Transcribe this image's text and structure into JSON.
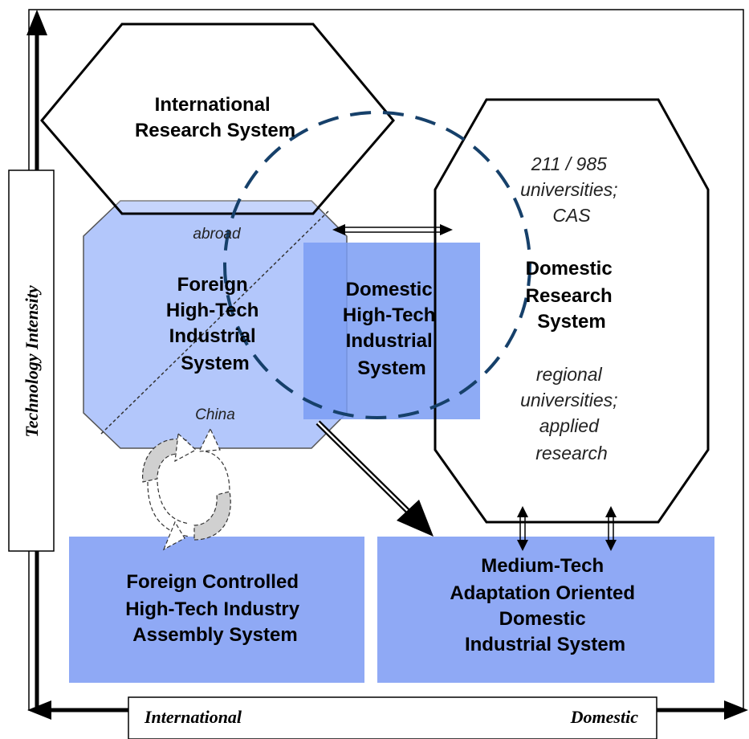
{
  "axes": {
    "y_label": "Technology Intensity",
    "x_left_label": "International",
    "x_right_label": "Domestic"
  },
  "nodes": {
    "international_research": [
      "International",
      "Research System"
    ],
    "foreign_hightech": [
      "Foreign",
      "High-Tech",
      "Industrial",
      "System"
    ],
    "domestic_hightech": [
      "Domestic",
      "High-Tech",
      "Industrial",
      "System"
    ],
    "domestic_research": [
      "Domestic",
      "Research",
      "System"
    ],
    "foreign_assembly": [
      "Foreign Controlled",
      "High-Tech Industry",
      "Assembly System"
    ],
    "medium_tech": [
      "Medium-Tech",
      "Adaptation Oriented",
      "Domestic",
      "Industrial System"
    ]
  },
  "annotations": {
    "abroad": "abroad",
    "china": "China",
    "elite_universities": [
      "211 / 985",
      "universities;",
      "CAS"
    ],
    "regional_universities": [
      "regional",
      "universities;",
      "applied",
      "research"
    ]
  },
  "colors": {
    "light_blue_fill": "#b3c7fb",
    "medium_blue_fill": "#8fa9f5",
    "domestic_hightech_fill": "#7a9cf3",
    "dashed_circle": "#16406a",
    "cycle_arrow_gray": "#d0d0d0"
  }
}
